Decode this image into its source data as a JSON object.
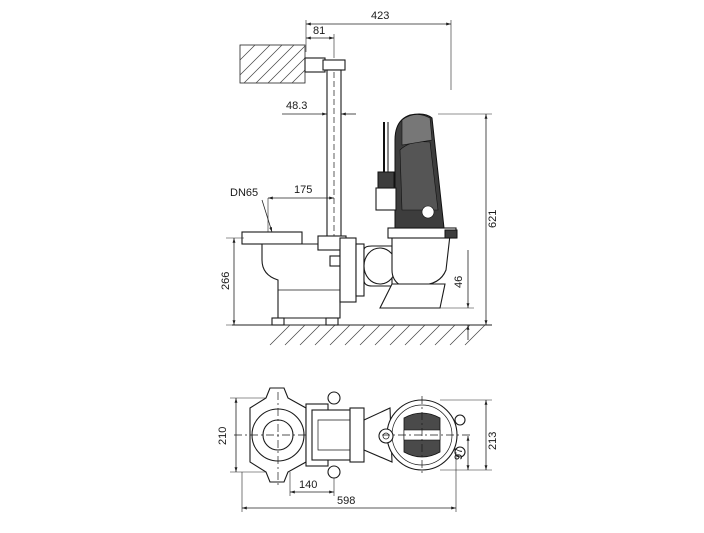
{
  "figure": {
    "side_view": {
      "dim_overall_width": "423",
      "dim_wall_offset": "81",
      "dim_pipe_diameter": "48.3",
      "dim_outlet_offset": "175",
      "outlet_label": "DN65",
      "dim_overall_height": "621",
      "dim_coupling_height": "266",
      "dim_inlet_height": "46"
    },
    "top_view": {
      "dim_left_width": "210",
      "dim_pump_width": "213",
      "dim_pump_half": "97",
      "dim_flange_spacing": "140",
      "dim_total_length": "598"
    }
  }
}
